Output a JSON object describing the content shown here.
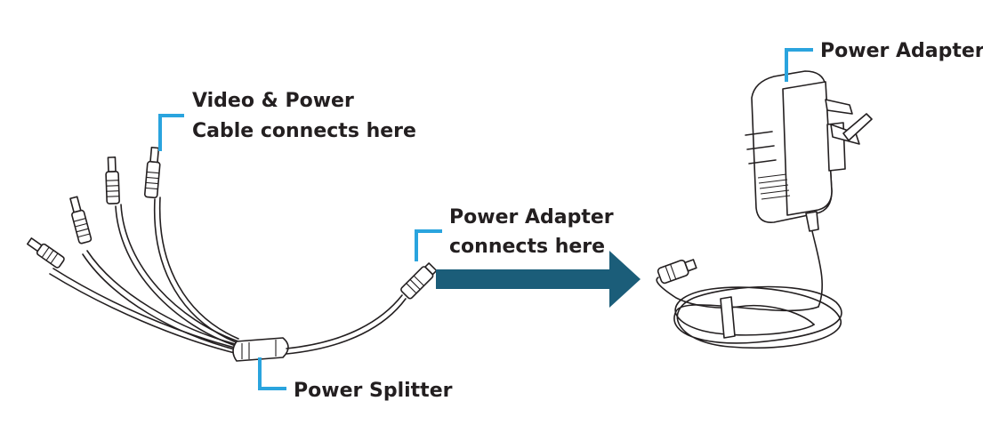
{
  "colors": {
    "callout": "#2aa4de",
    "arrow": "#1b5d79",
    "line": "#231f20",
    "background": "#ffffff"
  },
  "labels": {
    "video_power": [
      "Video & Power",
      "Cable connects here"
    ],
    "power_adapter_connects": [
      "Power Adapter",
      "connects here"
    ],
    "power_splitter": "Power Splitter",
    "power_adapter": "Power Adapter"
  }
}
